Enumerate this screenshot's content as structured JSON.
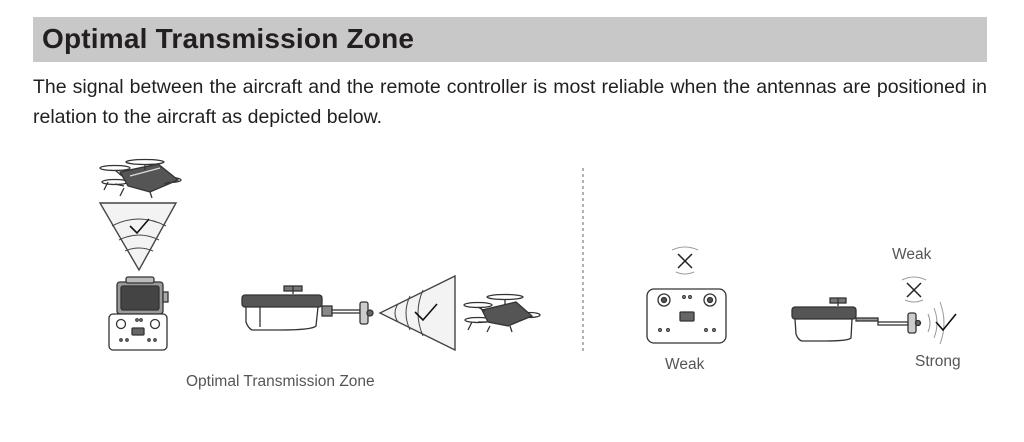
{
  "section": {
    "title": "Optimal Transmission Zone",
    "intro": "The signal between the aircraft and the remote controller is most reliable when the antennas are positioned in relation to the aircraft as depicted below."
  },
  "figure": {
    "left_caption": "Optimal Transmission Zone",
    "weak_label_controller": "Weak",
    "weak_label_antenna": "Weak",
    "strong_label_antenna": "Strong"
  }
}
